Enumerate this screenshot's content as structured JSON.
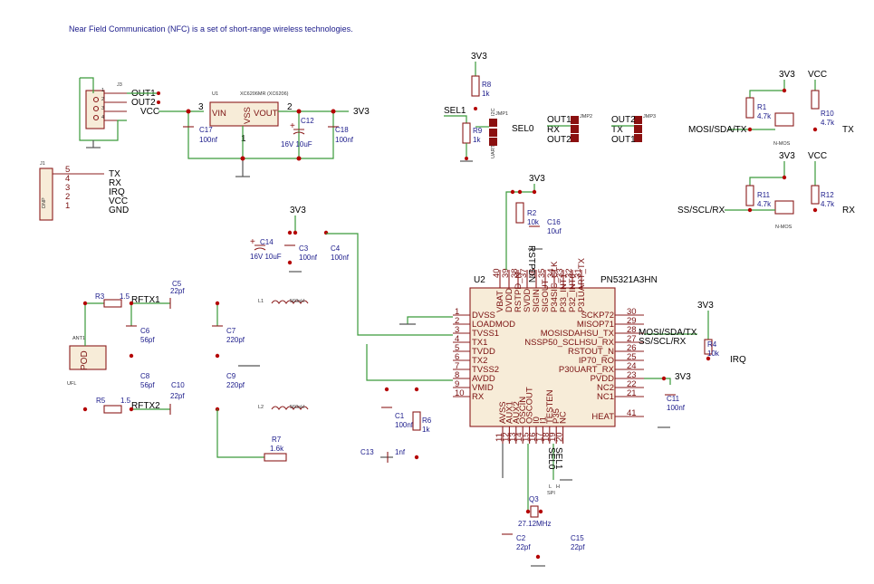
{
  "note": "Near Field Communication (NFC) is a set of short-range wireless technologies.",
  "j3": {
    "ref": "J3",
    "nets": [
      "OUT1",
      "OUT2",
      "VCC"
    ]
  },
  "u1": {
    "ref": "U1",
    "value": "XC6206MR (XC6206)",
    "pins": [
      "VIN",
      "VSS",
      "VOUT"
    ],
    "pin_nums": [
      "3",
      "1",
      "2"
    ],
    "out_net": "3V3"
  },
  "c17": {
    "ref": "C17",
    "value": "100nf"
  },
  "c12": {
    "ref": "C12",
    "value": "16V 10uF"
  },
  "c18": {
    "ref": "C18",
    "value": "100nf"
  },
  "j1": {
    "ref": "J1",
    "type": "DNP",
    "pins": [
      "5",
      "4",
      "3",
      "2",
      "1"
    ],
    "nets": [
      "TX",
      "RX",
      "IRQ",
      "VCC",
      "GND"
    ]
  },
  "r8": {
    "ref": "R8",
    "value": "1k",
    "net": "3V3"
  },
  "r9": {
    "ref": "R9",
    "value": "1k",
    "net": "SEL1"
  },
  "jmp1": {
    "ref": "JMP1",
    "net": "SEL0",
    "side": "I2C",
    "side2": "UART"
  },
  "jmp2": {
    "ref": "JMP2",
    "nets": [
      "OUT1",
      "RX",
      "OUT2"
    ]
  },
  "jmp3": {
    "ref": "JMP3",
    "nets": [
      "OUT2",
      "TX",
      "OUT1"
    ]
  },
  "level_shift_tx": {
    "r1": "R1",
    "r1v": "4.7k",
    "r10": "R10",
    "r10v": "4.7k",
    "left": "MOSI/SDA/TX",
    "right": "TX",
    "pwr1": "3V3",
    "pwr2": "VCC",
    "fet": "N-MOS"
  },
  "level_shift_rx": {
    "r11": "R11",
    "r11v": "4.7k",
    "r12": "R12",
    "r12v": "4.7k",
    "left": "SS/SCL/RX",
    "right": "RX",
    "pwr1": "3V3",
    "pwr2": "VCC",
    "fet": "N-MOS"
  },
  "u2": {
    "ref": "U2",
    "part": "PN5321A3HN",
    "left_pins": [
      {
        "num": "1",
        "name": "DVSS"
      },
      {
        "num": "2",
        "name": "LOADMOD"
      },
      {
        "num": "3",
        "name": "TVSS1"
      },
      {
        "num": "4",
        "name": "TX1"
      },
      {
        "num": "5",
        "name": "TVDD"
      },
      {
        "num": "6",
        "name": "TX2"
      },
      {
        "num": "7",
        "name": "TVSS2"
      },
      {
        "num": "8",
        "name": "AVDD"
      },
      {
        "num": "9",
        "name": "VMID"
      },
      {
        "num": "10",
        "name": "RX"
      }
    ],
    "right_pins": [
      {
        "num": "30",
        "name": "SCKP72"
      },
      {
        "num": "29",
        "name": "MISOP71"
      },
      {
        "num": "28",
        "name": "MOSISDAHSU_TX"
      },
      {
        "num": "27",
        "name": "NSSP50_SCLHSU_RX"
      },
      {
        "num": "26",
        "name": "RSTOUT_N"
      },
      {
        "num": "25",
        "name": "IP70_RO"
      },
      {
        "num": "24",
        "name": "P30UART_RX"
      },
      {
        "num": "23",
        "name": "PVDD"
      },
      {
        "num": "22",
        "name": "NC2"
      },
      {
        "num": "21",
        "name": "NC1"
      },
      {
        "num": "41",
        "name": "HEAT"
      }
    ],
    "top_pins": [
      {
        "num": "40",
        "name": "VBAT"
      },
      {
        "num": "39",
        "name": "DVDD"
      },
      {
        "num": "38",
        "name": "RSTPD_N"
      },
      {
        "num": "37",
        "name": "SVDD"
      },
      {
        "num": "36",
        "name": "SIGIN"
      },
      {
        "num": "35",
        "name": "SIGOUT"
      },
      {
        "num": "34",
        "name": "P34SIC_CLK"
      },
      {
        "num": "33",
        "name": "P33_INT1"
      },
      {
        "num": "32",
        "name": "P32_INT0"
      },
      {
        "num": "31",
        "name": "P31UART_TX"
      }
    ],
    "bottom_pins": [
      {
        "num": "11",
        "name": "AVSS"
      },
      {
        "num": "12",
        "name": "AUX1"
      },
      {
        "num": "13",
        "name": "AUX2"
      },
      {
        "num": "14",
        "name": "OSCIN"
      },
      {
        "num": "15",
        "name": "OSCOUT"
      },
      {
        "num": "16",
        "name": "I0"
      },
      {
        "num": "17",
        "name": "I1"
      },
      {
        "num": "18",
        "name": "TESTEN"
      },
      {
        "num": "19",
        "name": "P35"
      },
      {
        "num": "20",
        "name": "NC"
      }
    ],
    "ext_nets": {
      "mosi": "MOSI/SDA/TX",
      "ss": "SS/SCL/RX",
      "irq": "IRQ",
      "pvdd": "3V3",
      "rstpdn": "RSTPDN",
      "sel0": "SEL0",
      "sel1": "SEL1"
    }
  },
  "r2": {
    "ref": "R2",
    "value": "10k"
  },
  "c16": {
    "ref": "C16",
    "value": "10uf"
  },
  "u2_vdd_net": "3V3",
  "r4": {
    "ref": "R4",
    "value": "10k",
    "net": "3V3"
  },
  "c11": {
    "ref": "C11",
    "value": "100nf"
  },
  "c14": {
    "ref": "C14",
    "value": "16V 10uF"
  },
  "c3": {
    "ref": "C3",
    "value": "100nf"
  },
  "c4": {
    "ref": "C4",
    "value": "100nf"
  },
  "tvdd_net": "3V3",
  "antenna": {
    "ref": "ANT1",
    "type": "UFL",
    "body": "POD"
  },
  "r3": {
    "ref": "R3",
    "value": "1.5"
  },
  "r5": {
    "ref": "R5",
    "value": "1.5"
  },
  "net_rftx1": "RFTX1",
  "net_rftx2": "RFTX2",
  "c5": {
    "ref": "C5",
    "value": "22pf"
  },
  "c6": {
    "ref": "C6",
    "value": "56pf"
  },
  "c7": {
    "ref": "C7",
    "value": "220pf"
  },
  "c8": {
    "ref": "C8",
    "value": "56pf"
  },
  "c9": {
    "ref": "C9",
    "value": "220pf"
  },
  "c10": {
    "ref": "C10",
    "value": "22pf"
  },
  "l1": {
    "ref": "L1",
    "value": "560nH"
  },
  "l2": {
    "ref": "L2",
    "value": "560nH"
  },
  "r7": {
    "ref": "R7",
    "value": "1.6k"
  },
  "c13": {
    "ref": "C13",
    "value": "1nf"
  },
  "c1": {
    "ref": "C1",
    "value": "100nf"
  },
  "r6": {
    "ref": "R6",
    "value": "1k"
  },
  "q3": {
    "ref": "Q3",
    "value": "27.12MHz"
  },
  "c2": {
    "ref": "C2",
    "value": "22pf"
  },
  "c15": {
    "ref": "C15",
    "value": "22pf"
  },
  "spi_label": {
    "l": "L",
    "h": "H",
    "mode": "SPI"
  }
}
